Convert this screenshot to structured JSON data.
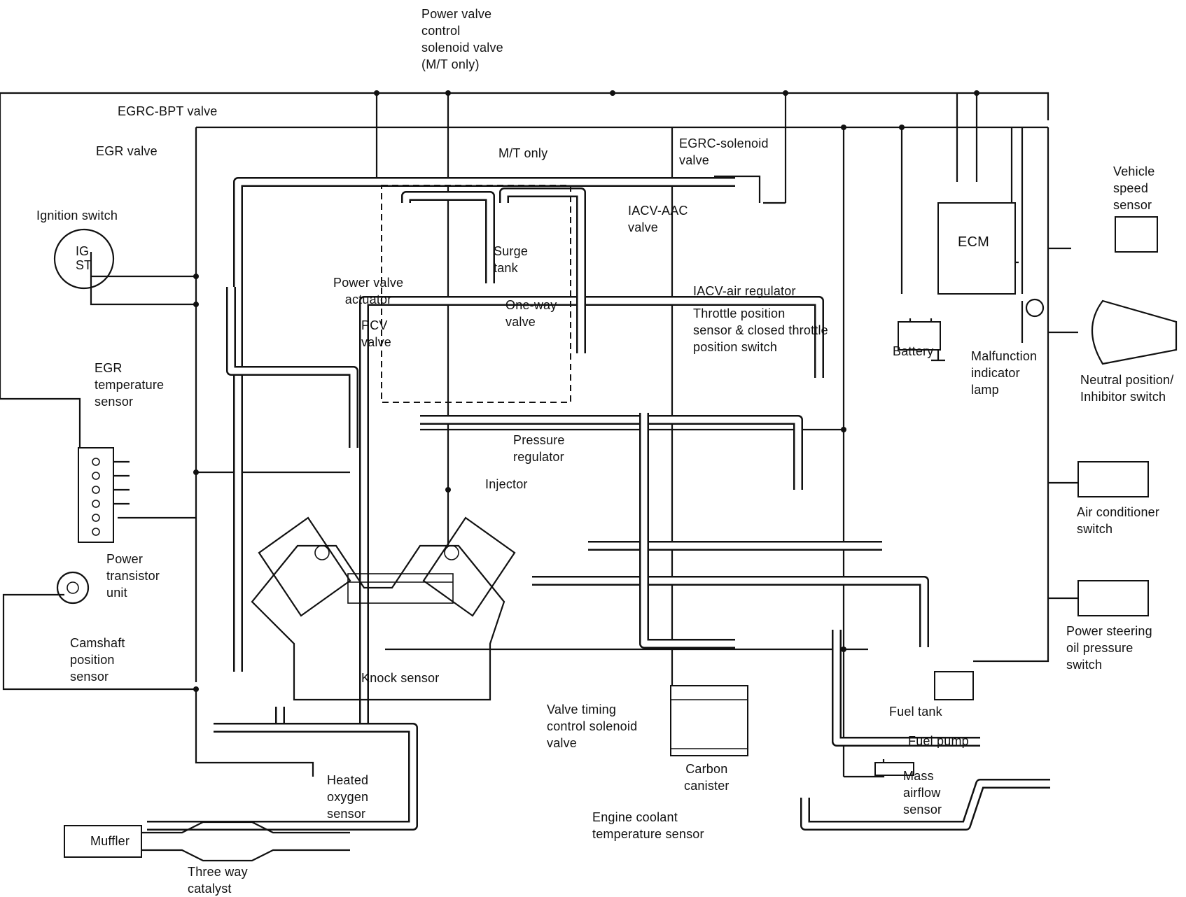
{
  "diagram": {
    "title": "Engine control system diagram",
    "labels": {
      "power_valve_control_solenoid": "Power valve\ncontrol\nsolenoid valve\n(M/T only)",
      "egrc_bpt_valve": "EGRC-BPT valve",
      "egr_valve": "EGR valve",
      "ignition_switch": "Ignition switch",
      "ig": "IG",
      "st": "ST",
      "mt_only": "M/T only",
      "surge_tank": "Surge\ntank",
      "egrc_solenoid_valve": "EGRC-solenoid\nvalve",
      "iacv_aac_valve": "IACV-AAC\nvalve",
      "iacv_air_regulator": "IACV-air regulator",
      "throttle_position_sensor": "Throttle position\nsensor & closed throttle\nposition switch",
      "power_valve_actuator": "Power valve\nactuator",
      "one_way_valve": "One-way\nvalve",
      "pcv_valve": "PCV\nvalve",
      "egr_temperature_sensor": "EGR\ntemperature\nsensor",
      "pressure_regulator": "Pressure\nregulator",
      "injector": "Injector",
      "ecm": "ECM",
      "battery": "Battery",
      "malfunction_indicator_lamp": "Malfunction\nindicator\nlamp",
      "vehicle_speed_sensor": "Vehicle\nspeed\nsensor",
      "neutral_position_switch": "Neutral position/\nInhibitor switch",
      "air_conditioner_switch": "Air conditioner\nswitch",
      "power_steering_switch": "Power steering\noil pressure\nswitch",
      "power_transistor_unit": "Power\ntransistor\nunit",
      "camshaft_position_sensor": "Camshaft\nposition\nsensor",
      "knock_sensor": "Knock sensor",
      "valve_timing_solenoid": "Valve timing\ncontrol solenoid\nvalve",
      "carbon_canister": "Carbon\ncanister",
      "fuel_tank": "Fuel tank",
      "fuel_pump": "Fuel pump",
      "mass_airflow_sensor": "Mass\nairflow\nsensor",
      "heated_oxygen_sensor": "Heated\noxygen\nsensor",
      "engine_coolant_sensor": "Engine coolant\ntemperature sensor",
      "muffler": "Muffler",
      "three_way_catalyst": "Three way\ncatalyst"
    }
  }
}
